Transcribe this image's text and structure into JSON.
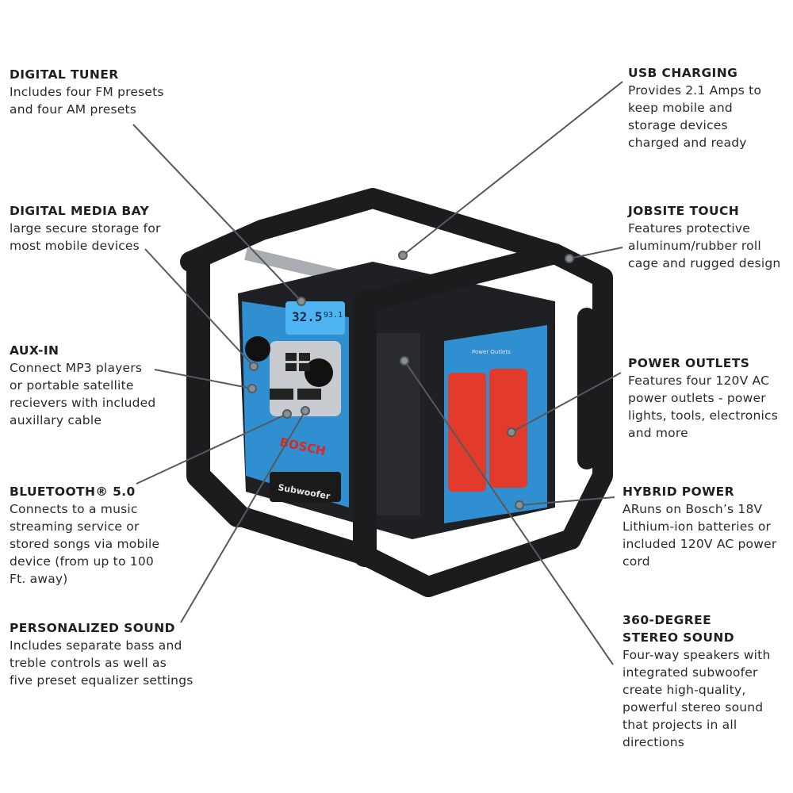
{
  "colors": {
    "body_blue": "#2f8fd0",
    "cage_black": "#1b1c1e",
    "bar_gray": "#a9adb1",
    "outlet_red": "#e23a2b",
    "leader": "#555a5f",
    "brand_red": "#e1251b"
  },
  "product": {
    "brand": "BOSCH",
    "subwoofer_label": "Subwoofer",
    "outlet_label": "Power Outlets",
    "display_freq": "32.5",
    "display_alt": "93.1"
  },
  "callouts": {
    "digital_tuner": {
      "title": "DIGITAL TUNER",
      "body": "Includes four FM presets\nand four AM presets"
    },
    "digital_media_bay": {
      "title": "DIGITAL MEDIA BAY",
      "body": "large secure storage for\nmost mobile devices"
    },
    "aux_in": {
      "title": "AUX-IN",
      "body": "Connect MP3 players\nor portable satellite\nrecievers with included\nauxillary cable"
    },
    "bluetooth": {
      "title": "BLUETOOTH® 5.0",
      "body": "Connects to a music\nstreaming service or\nstored songs via mobile\ndevice (from up to 100\nFt. away)"
    },
    "personalized_sound": {
      "title": "PERSONALIZED SOUND",
      "body": "Includes separate bass and\ntreble controls as well as\nfive preset equalizer settings"
    },
    "usb_charging": {
      "title": "USB CHARGING",
      "body": "Provides 2.1 Amps to\nkeep mobile and\nstorage devices\ncharged and ready"
    },
    "jobsite_touch": {
      "title": "JOBSITE TOUCH",
      "body": "Features protective\naluminum/rubber roll\ncage and rugged design"
    },
    "power_outlets": {
      "title": "POWER OUTLETS",
      "body": "Features four 120V AC\npower outlets - power\nlights, tools, electronics\nand more"
    },
    "hybrid_power": {
      "title": "HYBRID POWER",
      "body": "ARuns on Bosch’s 18V\nLithium-ion batteries or\nincluded 120V AC power\ncord"
    },
    "stereo_sound": {
      "title": "360-DEGREE\nSTEREO SOUND",
      "body": "Four-way speakers with\nintegrated subwoofer\ncreate high-quality,\npowerful stereo sound\nthat projects in all\ndirections"
    }
  }
}
